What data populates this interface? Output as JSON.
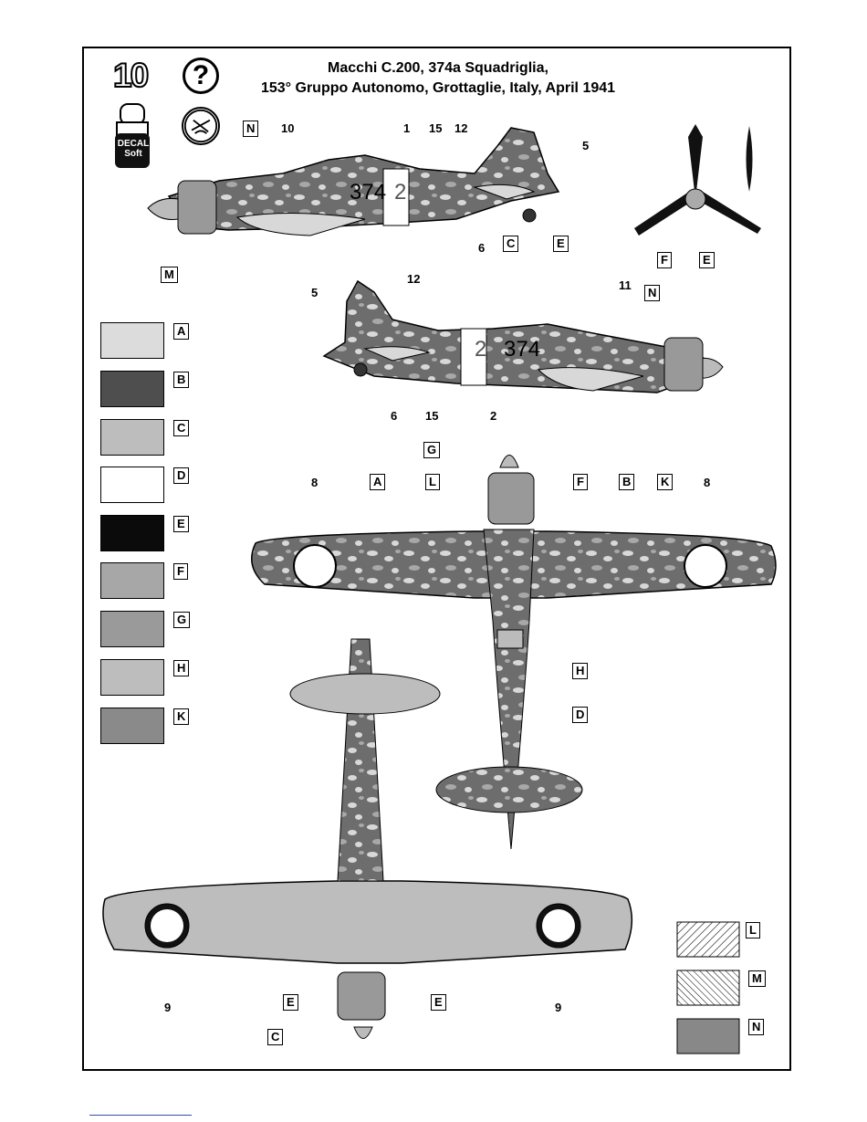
{
  "step_number": "10",
  "title_line1": "Macchi C.200, 374a Squadriglia,",
  "title_line2": "153° Gruppo Autonomo, Grottaglie, Italy, April 1941",
  "decal_label_1": "DECAL",
  "decal_label_2": "Soft",
  "help_icon": "question-mark-icon",
  "colors": {
    "A": "#dcdcdc",
    "B": "#4e4e4e",
    "C": "#bdbdbd",
    "D": "#ffffff",
    "E": "#0b0b0b",
    "F": "#a7a7a7",
    "G": "#9a9a9a",
    "H": "#bdbdbd",
    "K": "#8a8a8a",
    "N": "#888888"
  },
  "swatch_labels": [
    "A",
    "B",
    "C",
    "D",
    "E",
    "F",
    "G",
    "H",
    "K"
  ],
  "pattern_labels": [
    "L",
    "M",
    "N"
  ],
  "side_view_top": {
    "callouts": [
      "N",
      "10",
      "1",
      "15",
      "12",
      "5",
      "C",
      "E",
      "6",
      "M"
    ],
    "fuselage_code": "374",
    "fuselage_number": "2"
  },
  "side_view_bottom": {
    "callouts": [
      "5",
      "12",
      "11",
      "N",
      "6",
      "15",
      "2"
    ],
    "fuselage_number": "2",
    "fuselage_code": "374"
  },
  "prop_callouts": [
    "F",
    "E"
  ],
  "top_view_callouts": [
    "G",
    "L",
    "8",
    "A",
    "F",
    "B",
    "K",
    "8",
    "H",
    "D"
  ],
  "bottom_view_callouts": [
    "9",
    "C",
    "E",
    "E",
    "9"
  ]
}
